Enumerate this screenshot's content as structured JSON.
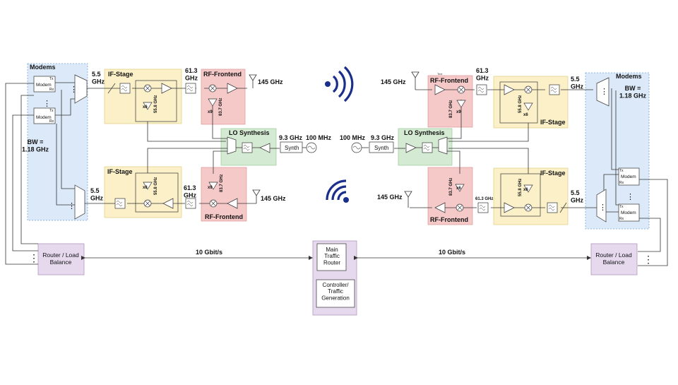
{
  "colors": {
    "modem_zone": "#dce9f8",
    "if_zone": "#fbf0c8",
    "rf_zone": "#f6c9c9",
    "lo_zone": "#d5ead2",
    "router_box": "#e6d9ee",
    "antenna_glyph": "#1a2f8a",
    "title_blue": "#1f5fb0",
    "title_gold": "#c9b000",
    "title_red": "#d32020",
    "title_green": "#2fa02f"
  },
  "left": {
    "modems_title": "Modems",
    "modem_label": "Modem",
    "tx": "Tx",
    "rx": "Rx",
    "bw_text": "BW =\n1.18 GHz",
    "if_title": "IF-Stage",
    "rf_title": "RF-Frontend",
    "lo_title": "LO Synthesis",
    "f_if": "5.5\nGHz",
    "f_rfin": "61.3\nGHz",
    "f_ant": "145 GHz",
    "f_if_lo": "55.8 GHz",
    "f_rf_lo": "83.7 GHz",
    "mult6": "x6",
    "mult9": "x9",
    "f_lo_top": "9.3 GHz",
    "f_ref": "100 MHz",
    "synth": "Synth",
    "router_label": "Router / Load\nBalance"
  },
  "right": {
    "modems_title": "Modems",
    "modem_label": "Modem",
    "tx": "Tx",
    "rx": "Rx",
    "bw_text": "BW =\n1.18 GHz",
    "if_title": "IF-Stage",
    "rf_title": "RF-Frontend",
    "lo_title": "LO Synthesis",
    "f_if": "5.5\nGHz",
    "f_rfin": "61.3\nGHz",
    "f_rfin_small": "61.3 GHz",
    "f_ant": "145 GHz",
    "f_if_lo": "55.8 GHz",
    "f_rf_lo": "83.7 GHz",
    "mult6": "x6",
    "mult9": "x9",
    "f_lo_top": "9.3 GHz",
    "f_ref": "100 MHz",
    "synth": "Synth",
    "rf_tag": "Text",
    "router_label": "Router / Load\nBalance"
  },
  "center": {
    "main_router": "Main\nTraffic\nRouter",
    "controller": "Controller/\nTraffic\nGeneration",
    "link_left": "10 Gbit/s",
    "link_right": "10 Gbit/s"
  }
}
